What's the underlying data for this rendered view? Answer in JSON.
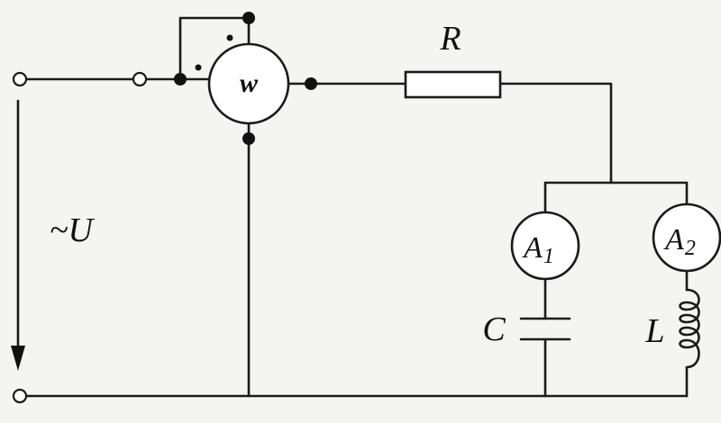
{
  "labels": {
    "voltage": "~U",
    "resistor": "R",
    "wattmeter": "w",
    "ammeter1": {
      "letter": "A",
      "index": "1"
    },
    "ammeter2": {
      "letter": "A",
      "index": "2"
    },
    "capacitor": "C",
    "inductor": "L"
  }
}
